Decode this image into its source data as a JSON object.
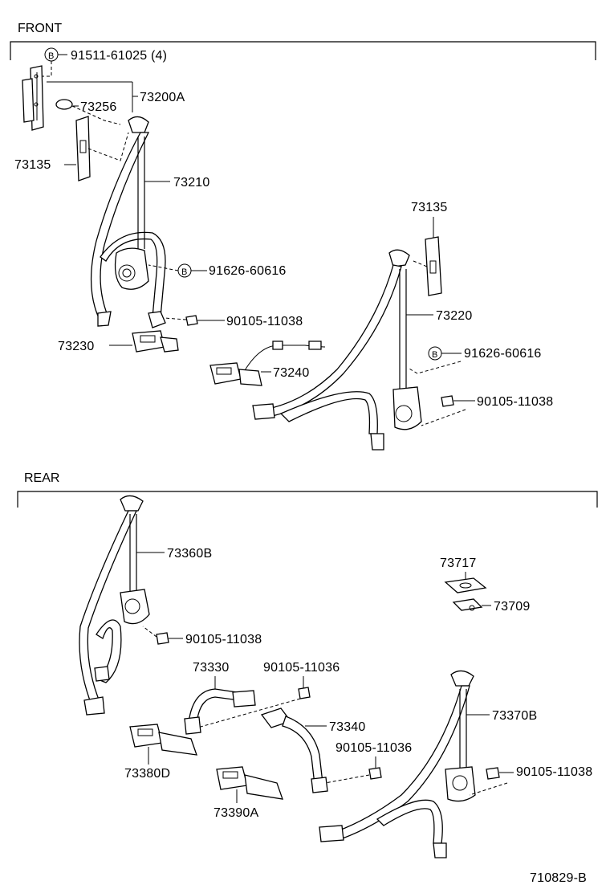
{
  "sections": {
    "front": "FRONT",
    "rear": "REAR"
  },
  "circle_marker": "B",
  "front_labels": {
    "bolt_91511": "91511-61025 (4)",
    "p73200A": "73200A",
    "p73256": "73256",
    "p73135_left": "73135",
    "p73210": "73210",
    "p73135_right": "73135",
    "bolt_91626_left": "91626-60616",
    "p73220": "73220",
    "bolt_90105_left": "90105-11038",
    "p73230": "73230",
    "bolt_91626_right": "91626-60616",
    "p73240": "73240",
    "bolt_90105_right": "90105-11038"
  },
  "rear_labels": {
    "p73360B": "73360B",
    "p73717": "73717",
    "p73709": "73709",
    "bolt_90105_11038_a": "90105-11038",
    "p73330": "73330",
    "bolt_90105_11036_a": "90105-11036",
    "p73370B": "73370B",
    "p73340": "73340",
    "bolt_90105_11036_b": "90105-11036",
    "bolt_90105_11038_b": "90105-11038",
    "p73380D": "73380D",
    "p73390A": "73390A"
  },
  "diagram_code": "710829-B"
}
